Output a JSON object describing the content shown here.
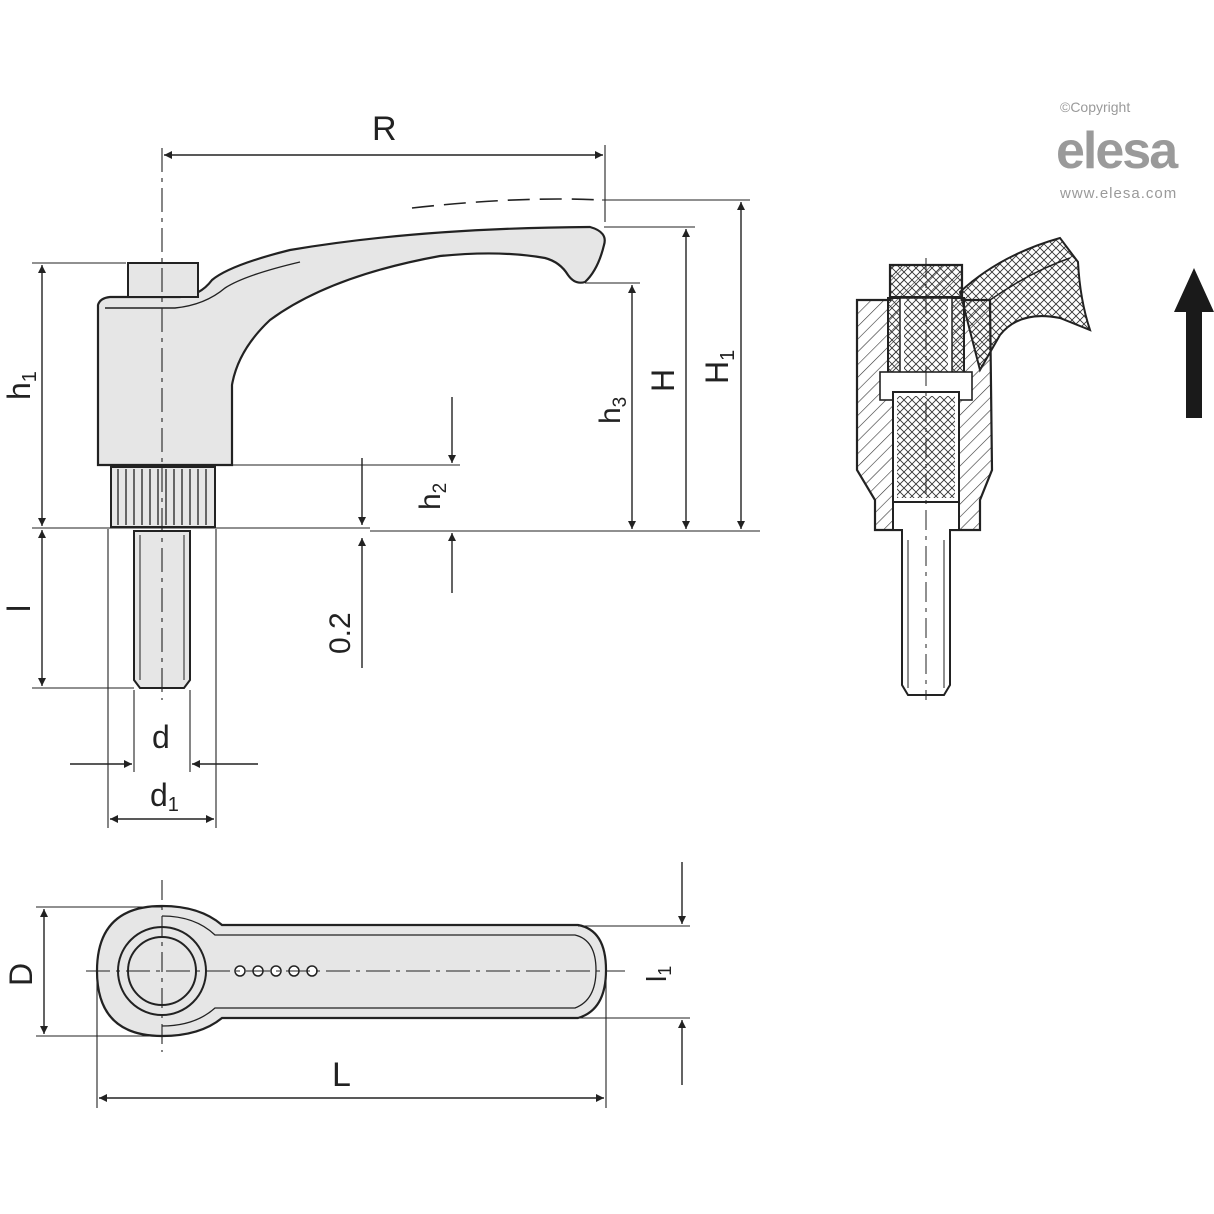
{
  "brand": {
    "copyright": "©Copyright",
    "name": "elesa",
    "url": "www.elesa.com"
  },
  "labels": {
    "R": "R",
    "h1": "h",
    "h1_sub": "1",
    "h2": "h",
    "h2_sub": "2",
    "h3": "h",
    "h3_sub": "3",
    "H": "H",
    "H1": "H",
    "H1_sub": "1",
    "l": "l",
    "gap": "0.2",
    "d": "d",
    "d1": "d",
    "d1_sub": "1",
    "D": "D",
    "L": "L",
    "l1": "l",
    "l1_sub": "1"
  },
  "colors": {
    "line": "#222222",
    "fill": "#e6e6e6",
    "arrow": "#1a1a1a",
    "brand": "#9a9a9a"
  }
}
